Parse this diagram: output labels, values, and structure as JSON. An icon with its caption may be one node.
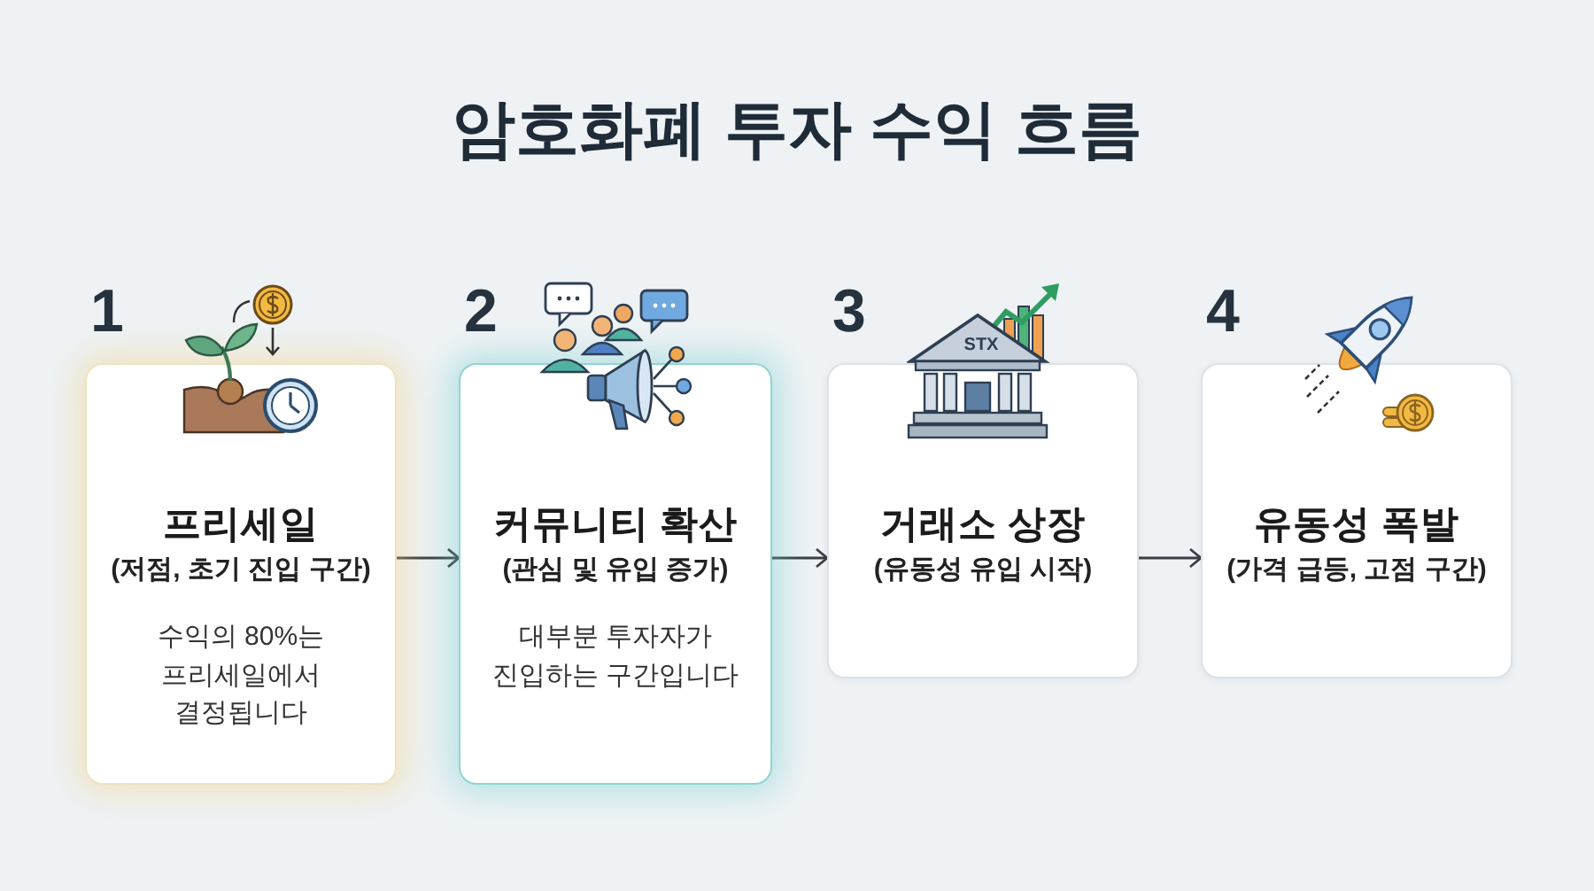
{
  "diagram": {
    "title": "암호화폐 투자 수익 흐름",
    "nodes": [
      {
        "text": [
          "프리세일",
          "(저점, 초기 진입 구간)",
          "수익의 80%는 프리세일에서 결정됩니다"
        ],
        "beside": [
          "1"
        ]
      },
      {
        "text": [
          "커뮤니티 확산",
          "(관심 및 유입 증가)",
          "대부분 투자자가 진입하는 구간입니다"
        ],
        "beside": [
          "2"
        ]
      },
      {
        "text": [
          "거래소 상장",
          "(유동성 유입 시작)"
        ],
        "beside": [
          "3"
        ]
      },
      {
        "text": [
          "유동성 폭발",
          "(가격 급등, 고점 구간)"
        ],
        "beside": [
          "4"
        ]
      }
    ],
    "edges": [
      {
        "from": 0,
        "to": 1,
        "arrow": "to"
      },
      {
        "from": 1,
        "to": 2,
        "arrow": "to"
      },
      {
        "from": 2,
        "to": 3,
        "arrow": "to"
      }
    ],
    "labels": [
      "STX"
    ]
  }
}
